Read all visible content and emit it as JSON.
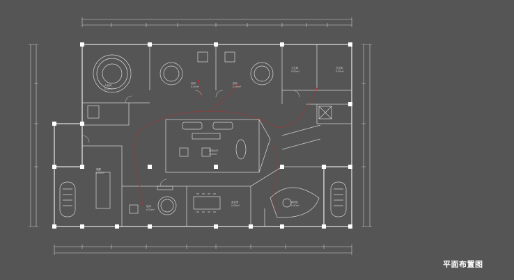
{
  "caption": "平面布置图",
  "room_labels": [
    {
      "id": "vip-dining-hall",
      "text": "大包间",
      "area": "0.00m²"
    },
    {
      "id": "dining-room-1",
      "text": "包间",
      "area": "0.00m²"
    },
    {
      "id": "dining-room-2",
      "text": "包间",
      "area": "0.00m²"
    },
    {
      "id": "restroom-1",
      "text": "卫生间",
      "area": "0.00m²"
    },
    {
      "id": "restroom-2",
      "text": "卫生间",
      "area": "0.00m²"
    },
    {
      "id": "reception-hall",
      "text": "接待大厅",
      "area": "0.00m²"
    },
    {
      "id": "storage-room",
      "text": "储藏",
      "area": "0.00m²"
    },
    {
      "id": "small-dining-room",
      "text": "包间",
      "area": "0.00m²"
    },
    {
      "id": "meeting-room",
      "text": "会议室",
      "area": "0.00m²"
    },
    {
      "id": "lounge",
      "text": "休闲区",
      "area": "0.00m²"
    }
  ],
  "colors": {
    "background": "#555555",
    "line": "#d8d8d8",
    "route": "#b03030",
    "column": "#ffffff"
  }
}
